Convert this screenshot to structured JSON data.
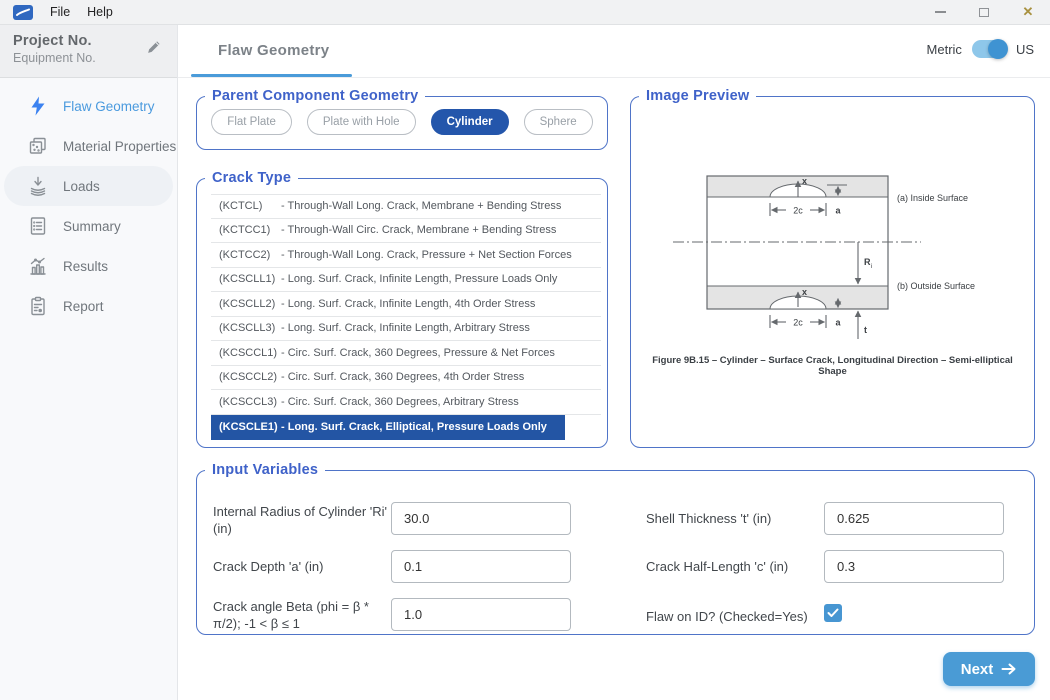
{
  "titlebar": {
    "menus": [
      {
        "label": "File"
      },
      {
        "label": "Help"
      }
    ],
    "close_glyph": "✕"
  },
  "sidebar": {
    "project_label": "Project No.",
    "equipment_label": "Equipment No.",
    "items": [
      {
        "icon": "lightning-icon",
        "label": "Flaw Geometry",
        "active": true
      },
      {
        "icon": "material-icon",
        "label": "Material Properties",
        "active": false
      },
      {
        "icon": "loads-icon",
        "label": "Loads",
        "active": false
      },
      {
        "icon": "summary-icon",
        "label": "Summary",
        "active": false
      },
      {
        "icon": "results-icon",
        "label": "Results",
        "active": false
      },
      {
        "icon": "report-icon",
        "label": "Report",
        "active": false
      }
    ]
  },
  "header": {
    "tab": "Flaw Geometry",
    "unit_left": "Metric",
    "unit_right": "US"
  },
  "parent_geometry": {
    "title": "Parent Component Geometry",
    "options": [
      {
        "label": "Flat Plate",
        "selected": false
      },
      {
        "label": "Plate with Hole",
        "selected": false
      },
      {
        "label": "Cylinder",
        "selected": true
      },
      {
        "label": "Sphere",
        "selected": false
      }
    ]
  },
  "crack_type": {
    "title": "Crack Type",
    "items": [
      {
        "code": "(KCTCL)",
        "desc": "- Through-Wall Long. Crack, Membrane + Bending Stress",
        "selected": false
      },
      {
        "code": "(KCTCC1)",
        "desc": "- Through-Wall Circ. Crack, Membrane + Bending Stress",
        "selected": false
      },
      {
        "code": "(KCTCC2)",
        "desc": "- Through-Wall Long. Crack, Pressure + Net Section Forces",
        "selected": false
      },
      {
        "code": "(KCSCLL1)",
        "desc": "- Long. Surf. Crack, Infinite Length, Pressure Loads Only",
        "selected": false
      },
      {
        "code": "(KCSCLL2)",
        "desc": "- Long. Surf. Crack, Infinite Length, 4th Order Stress",
        "selected": false
      },
      {
        "code": "(KCSCLL3)",
        "desc": "- Long. Surf. Crack, Infinite Length, Arbitrary Stress",
        "selected": false
      },
      {
        "code": "(KCSCCL1)",
        "desc": "- Circ. Surf. Crack, 360 Degrees, Pressure & Net Forces",
        "selected": false
      },
      {
        "code": "(KCSCCL2)",
        "desc": "- Circ. Surf. Crack, 360 Degrees, 4th Order Stress",
        "selected": false
      },
      {
        "code": "(KCSCCL3)",
        "desc": "- Circ. Surf. Crack, 360 Degrees, Arbitrary Stress",
        "selected": false
      },
      {
        "code": "(KCSCLE1)",
        "desc": "- Long. Surf. Crack, Elliptical, Pressure Loads Only",
        "selected": true
      }
    ]
  },
  "image_preview": {
    "title": "Image Preview",
    "caption": "Figure 9B.15 – Cylinder – Surface Crack, Longitudinal Direction – Semi-elliptical Shape",
    "labels": {
      "x_axis": "x",
      "width_dim": "2c",
      "depth_dim": "a",
      "radius_dim": "R",
      "radius_sub": "i",
      "thickness_dim": "t",
      "inside": "(a) Inside Surface",
      "outside": "(b) Outside Surface"
    }
  },
  "input_variables": {
    "title": "Input Variables",
    "fields": [
      {
        "label": "Internal Radius of Cylinder 'Ri' (in)",
        "value": "30.0"
      },
      {
        "label": "Shell Thickness 't' (in)",
        "value": "0.625"
      },
      {
        "label": "Crack Depth 'a' (in)",
        "value": "0.1"
      },
      {
        "label": "Crack Half-Length 'c' (in)",
        "value": "0.3"
      },
      {
        "label": "Crack angle Beta (phi = β * π/2); -1 < β ≤ 1",
        "value": "1.0"
      }
    ],
    "checkbox": {
      "label": "Flaw on ID? (Checked=Yes)",
      "checked": true
    }
  },
  "next_button": {
    "label": "Next"
  },
  "colors": {
    "accent_blue": "#3f62c9",
    "panel_border": "#4f74c8",
    "selected_dark_blue": "#2355a4",
    "sky_blue": "#4a9bd5",
    "active_icon_blue": "#3b82f0",
    "close_gold": "#a8913f"
  }
}
